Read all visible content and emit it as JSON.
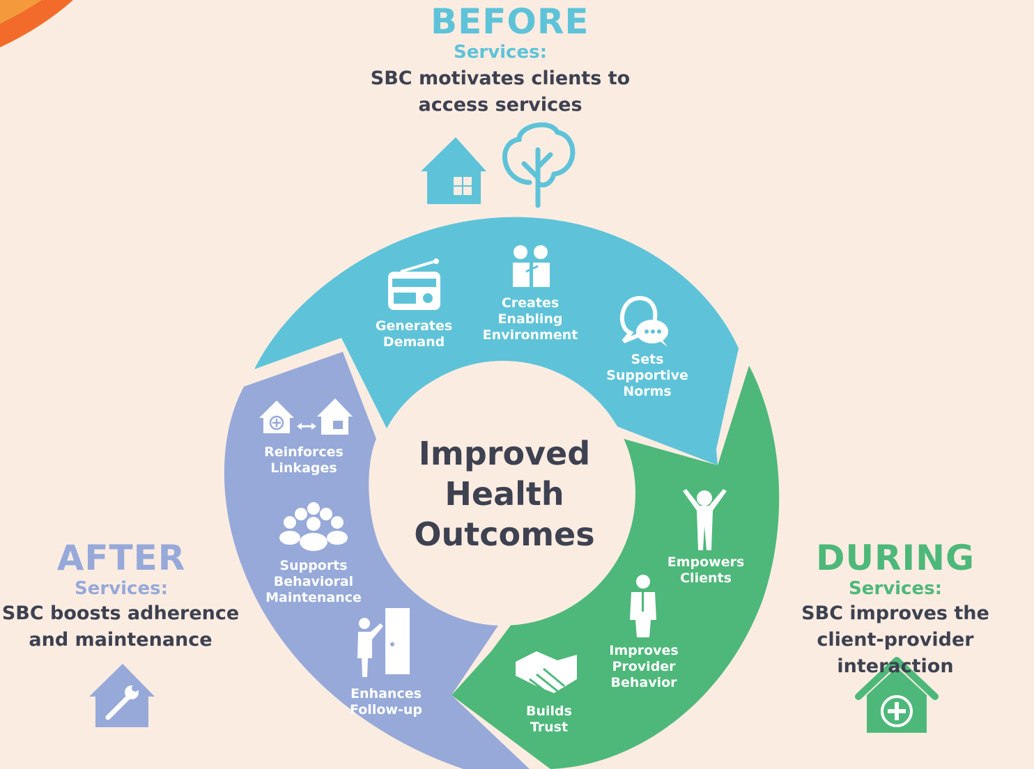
{
  "before": {
    "title": "BEFORE",
    "subtitle": "Services:",
    "desc_line1": "SBC motivates clients to",
    "desc_line2": "access services",
    "icons": [
      "house-icon",
      "tree-icon"
    ]
  },
  "after": {
    "title": "AFTER",
    "subtitle": "Services:",
    "desc_line1": "SBC boosts adherence",
    "desc_line2": "and maintenance",
    "icons": [
      "house-wrench-icon"
    ]
  },
  "during": {
    "title": "DURING",
    "subtitle": "Services:",
    "desc_line1": "SBC improves the",
    "desc_line2": "client-provider interaction",
    "icons": [
      "health-facility-icon"
    ]
  },
  "center": {
    "line1": "Improved",
    "line2": "Health",
    "line3": "Outcomes"
  },
  "segments": {
    "before": [
      {
        "line1": "Generates",
        "line2": "Demand",
        "icon": "radio-icon"
      },
      {
        "line1": "Creates",
        "line2": "Enabling",
        "line3": "Environment",
        "icon": "people-icon"
      },
      {
        "line1": "Sets",
        "line2": "Supportive",
        "line3": "Norms",
        "icon": "speech-bubbles-icon"
      }
    ],
    "during": [
      {
        "line1": "Empowers",
        "line2": "Clients",
        "icon": "raised-arms-person-icon"
      },
      {
        "line1": "Improves",
        "line2": "Provider",
        "line3": "Behavior",
        "icon": "doctor-icon"
      },
      {
        "line1": "Builds",
        "line2": "Trust",
        "icon": "handshake-icon"
      }
    ],
    "after": [
      {
        "line1": "Reinforces",
        "line2": "Linkages",
        "icon": "linked-houses-icon"
      },
      {
        "line1": "Supports",
        "line2": "Behavioral",
        "line3": "Maintenance",
        "icon": "group-icon"
      },
      {
        "line1": "Enhances",
        "line2": "Follow-up",
        "icon": "person-at-door-icon"
      }
    ]
  },
  "colors": {
    "background": "#fbece2",
    "before": "#5ec3d8",
    "during": "#4db879",
    "after": "#96a9d9",
    "text_dark": "#3d4150",
    "accent_orange": "#f26b2a"
  }
}
